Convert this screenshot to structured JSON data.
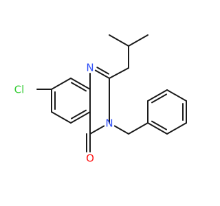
{
  "molecule": {
    "atoms": {
      "cl": {
        "symbol": "Cl",
        "color": "#33cc33"
      },
      "n1": {
        "symbol": "N",
        "color": "#3050f8"
      },
      "n3": {
        "symbol": "N",
        "color": "#3050f8"
      },
      "o": {
        "symbol": "O",
        "color": "#ff0d0d"
      }
    },
    "bond_color": "#1a1a1a"
  }
}
